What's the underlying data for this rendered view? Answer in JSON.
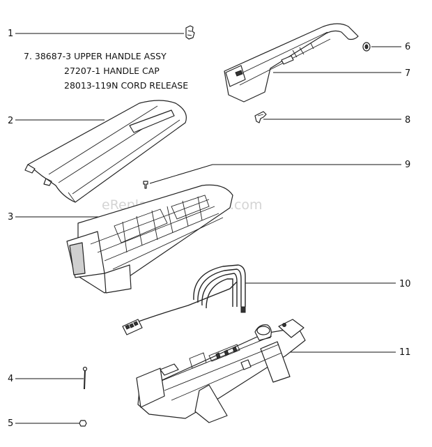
{
  "notes": [
    "7. 38687-3 UPPER HANDLE ASSY",
    "27207-1 HANDLE CAP",
    "28013-119N CORD RELEASE"
  ],
  "watermark": "eReplacementParts.com",
  "callouts": [
    "1",
    "2",
    "3",
    "4",
    "5",
    "6",
    "7",
    "8",
    "9",
    "10",
    "11"
  ]
}
